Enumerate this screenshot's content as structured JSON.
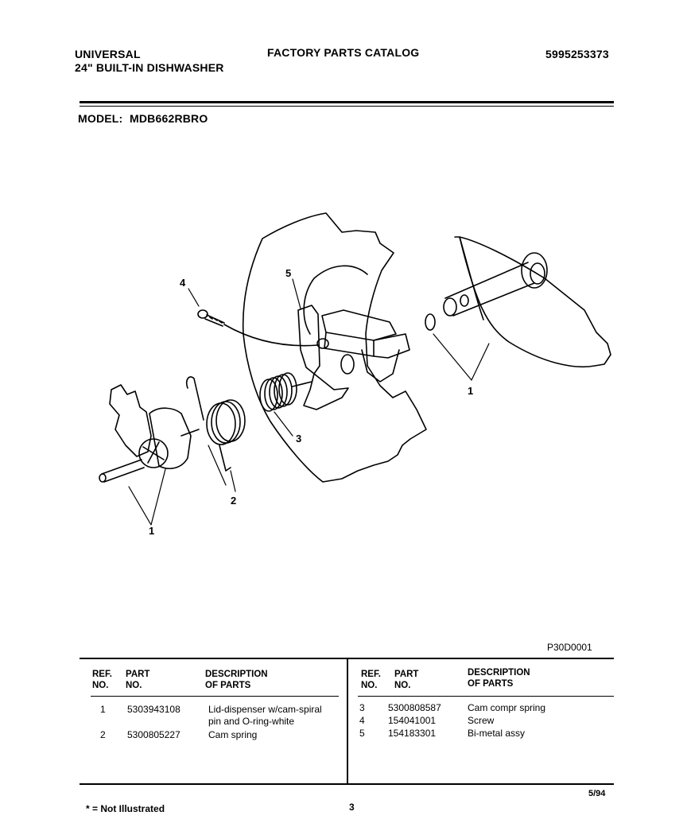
{
  "header": {
    "brand": "UNIVERSAL",
    "subtitle": "24\" BUILT-IN DISHWASHER",
    "catalog": "FACTORY PARTS CATALOG",
    "catalog_number": "5995253373",
    "model_label": "MODEL:",
    "model_value": "MDB662RBRO"
  },
  "diagram": {
    "callouts": [
      "4",
      "5",
      "1",
      "3",
      "2",
      "1"
    ],
    "figure_code": "P30D0001"
  },
  "table": {
    "left_headers": {
      "ref": "REF.\nNO.",
      "part": "PART\nNO.",
      "desc": "DESCRIPTION\nOF PARTS"
    },
    "right_headers": {
      "ref": "REF.\nNO.",
      "part": "PART\nNO.",
      "desc": "DESCRIPTION\nOF PARTS"
    },
    "left_rows": [
      {
        "ref": "1",
        "part": "5303943108",
        "desc": "Lid-dispenser w/cam-spiral\npin and O-ring-white"
      },
      {
        "ref": "2",
        "part": "5300805227",
        "desc": "Cam spring"
      }
    ],
    "right_rows": [
      {
        "ref": "3",
        "part": "5300808587",
        "desc": "Cam compr spring"
      },
      {
        "ref": "4",
        "part": "154041001",
        "desc": "Screw"
      },
      {
        "ref": "5",
        "part": "154183301",
        "desc": "Bi-metal assy"
      }
    ]
  },
  "footer": {
    "note": "* = Not Illustrated",
    "page": "3",
    "date": "5/94"
  }
}
